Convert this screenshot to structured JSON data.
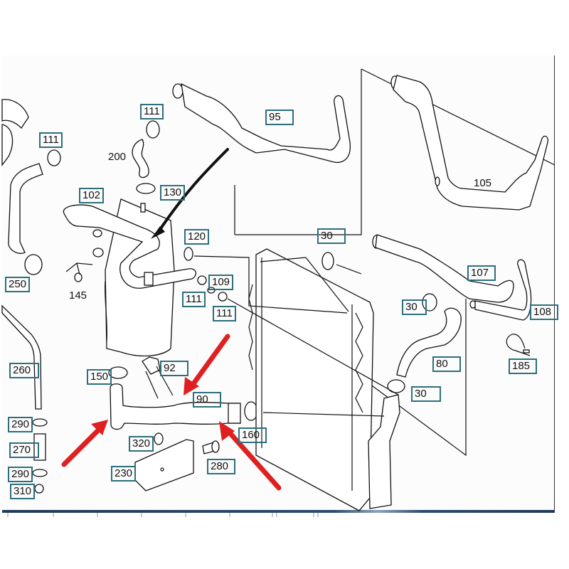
{
  "diagram": {
    "title": "Radiator coolant hose parts diagram",
    "callouts": [
      {
        "id": "c111a",
        "label": "111"
      },
      {
        "id": "c111b",
        "label": "111"
      },
      {
        "id": "c95",
        "label": "95"
      },
      {
        "id": "c102",
        "label": "102"
      },
      {
        "id": "c130",
        "label": "130"
      },
      {
        "id": "c120",
        "label": "120"
      },
      {
        "id": "c250",
        "label": "250"
      },
      {
        "id": "c109",
        "label": "109"
      },
      {
        "id": "c111c",
        "label": "111"
      },
      {
        "id": "c111d",
        "label": "111"
      },
      {
        "id": "c30a",
        "label": "30"
      },
      {
        "id": "c107",
        "label": "107"
      },
      {
        "id": "c30b",
        "label": "30"
      },
      {
        "id": "c108",
        "label": "108"
      },
      {
        "id": "c80",
        "label": "80"
      },
      {
        "id": "c185",
        "label": "185"
      },
      {
        "id": "c30c",
        "label": "30"
      },
      {
        "id": "c260",
        "label": "260"
      },
      {
        "id": "c150",
        "label": "150"
      },
      {
        "id": "c92",
        "label": "92"
      },
      {
        "id": "c90",
        "label": "90"
      },
      {
        "id": "c160",
        "label": "160"
      },
      {
        "id": "c290a",
        "label": "290"
      },
      {
        "id": "c270",
        "label": "270"
      },
      {
        "id": "c290b",
        "label": "290"
      },
      {
        "id": "c310",
        "label": "310"
      },
      {
        "id": "c320",
        "label": "320"
      },
      {
        "id": "c230",
        "label": "230"
      },
      {
        "id": "c280",
        "label": "280"
      }
    ],
    "plain_labels": [
      {
        "id": "p200",
        "label": "200"
      },
      {
        "id": "p105",
        "label": "105"
      },
      {
        "id": "p145",
        "label": "145"
      }
    ],
    "highlight_color": "#e02020",
    "callout_border_color": "#2c6f7d"
  }
}
